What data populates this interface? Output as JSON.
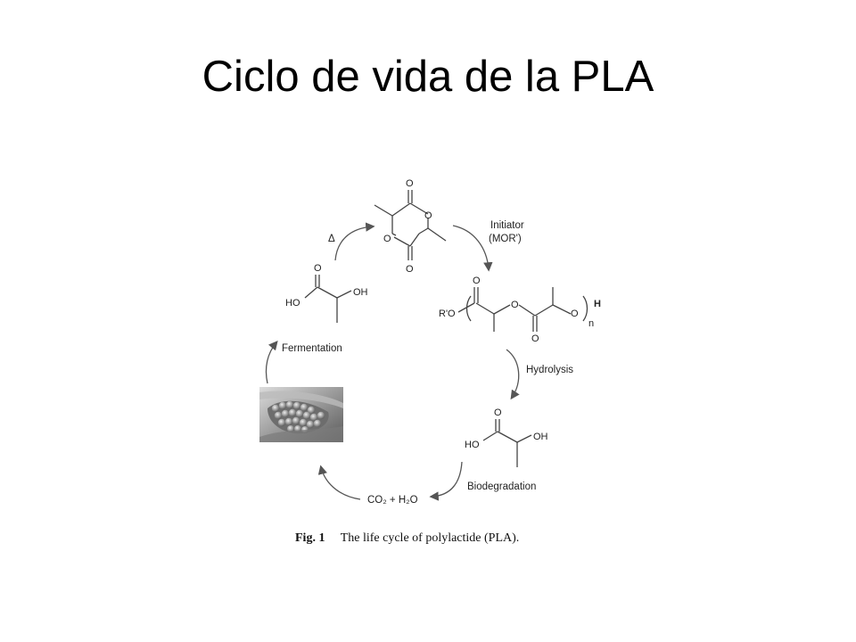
{
  "title": "Ciclo de vida de la PLA",
  "labels": {
    "initiator_line1": "Initiator",
    "initiator_line2": "(MOR')",
    "delta": "Δ",
    "hydrolysis": "Hydrolysis",
    "fermentation": "Fermentation",
    "biodegradation": "Biodegradation",
    "co2_h2o": "CO₂ + H₂O"
  },
  "atoms": {
    "O": "O",
    "HO": "HO",
    "OH": "OH",
    "RO": "R'O",
    "H": "H",
    "n": "n"
  },
  "caption": {
    "prefix": "Fig. 1",
    "text": "The life cycle of polylactide (PLA)."
  },
  "image": {
    "subject": "corn-cob-photo"
  }
}
